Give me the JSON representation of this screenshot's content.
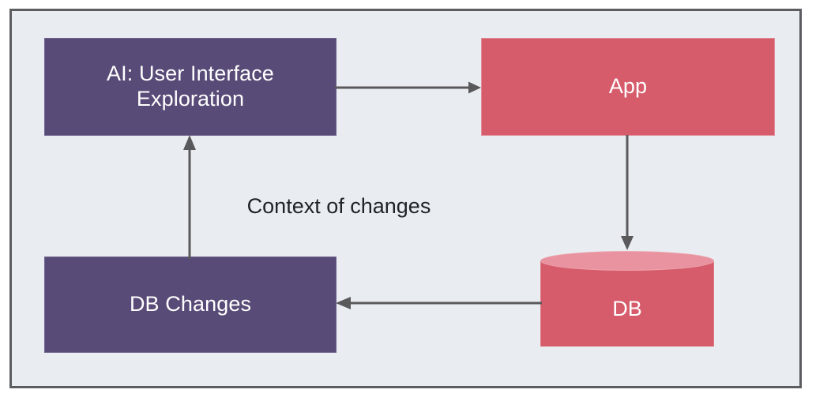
{
  "diagram": {
    "type": "flowchart",
    "background_color": "#e9edf1",
    "border_color": "#5b5d60",
    "connector_color": "#59595b",
    "nodes": [
      {
        "id": "ai",
        "label": "AI: User Interface\nExploration",
        "shape": "rectangle",
        "fill": "#594b77",
        "text_color": "#ffffff"
      },
      {
        "id": "app",
        "label": "App",
        "shape": "rectangle",
        "fill": "#d65c6b",
        "text_color": "#ffffff"
      },
      {
        "id": "dbchanges",
        "label": "DB Changes",
        "shape": "rectangle",
        "fill": "#594b77",
        "text_color": "#ffffff"
      },
      {
        "id": "db",
        "label": "DB",
        "shape": "cylinder",
        "fill": "#d65c6b",
        "top_fill": "#e8939f",
        "text_color": "#ffffff"
      }
    ],
    "edges": [
      {
        "id": "ai-to-app",
        "from": "ai",
        "to": "app",
        "label": "",
        "direction": "right"
      },
      {
        "id": "app-to-db",
        "from": "app",
        "to": "db",
        "label": "",
        "direction": "down"
      },
      {
        "id": "db-to-dbchanges",
        "from": "db",
        "to": "dbchanges",
        "label": "",
        "direction": "left"
      },
      {
        "id": "dbchanges-to-ai",
        "from": "dbchanges",
        "to": "ai",
        "label": "Context of changes",
        "direction": "up"
      }
    ]
  }
}
